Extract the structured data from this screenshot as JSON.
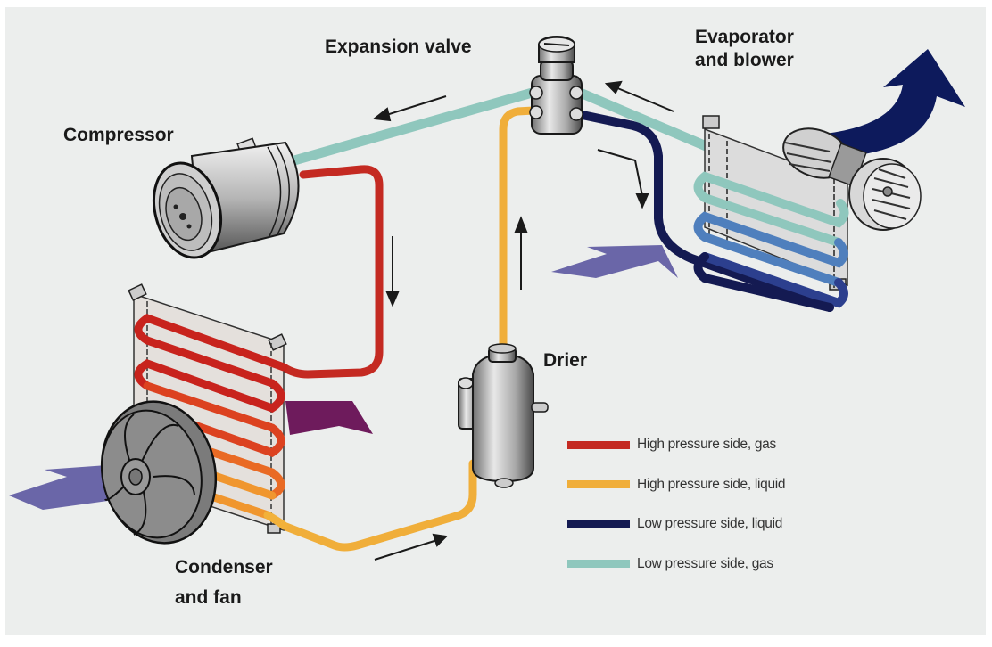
{
  "diagram": {
    "labels": {
      "expansion_valve": "Expansion valve",
      "evaporator_line1": "Evaporator",
      "evaporator_line2": "and blower",
      "compressor": "Compressor",
      "drier": "Drier",
      "condenser_line1": "Condenser",
      "condenser_line2": "and fan"
    },
    "legend": [
      {
        "label": "High pressure side, gas",
        "color": "#c42a22"
      },
      {
        "label": "High pressure side, liquid",
        "color": "#f0ae3a"
      },
      {
        "label": "Low pressure side, liquid",
        "color": "#141a52"
      },
      {
        "label": "Low pressure side, gas",
        "color": "#8fc7bd"
      }
    ],
    "colors": {
      "background": "#eceeed",
      "high_gas": "#c42a22",
      "high_liquid": "#f0ae3a",
      "low_liquid": "#141a52",
      "low_gas": "#8fc7bd",
      "cool_air": "#6a66a8",
      "hot_air": "#6e1b5c",
      "cold_air_out": "#0d1a5c",
      "metal": "#b8b8b8"
    },
    "icons": [
      "compressor-icon",
      "expansion-valve-icon",
      "evaporator-icon",
      "blower-icon",
      "condenser-icon",
      "fan-icon",
      "drier-icon",
      "airflow-arrow-icon",
      "flow-direction-arrow-icon"
    ]
  }
}
